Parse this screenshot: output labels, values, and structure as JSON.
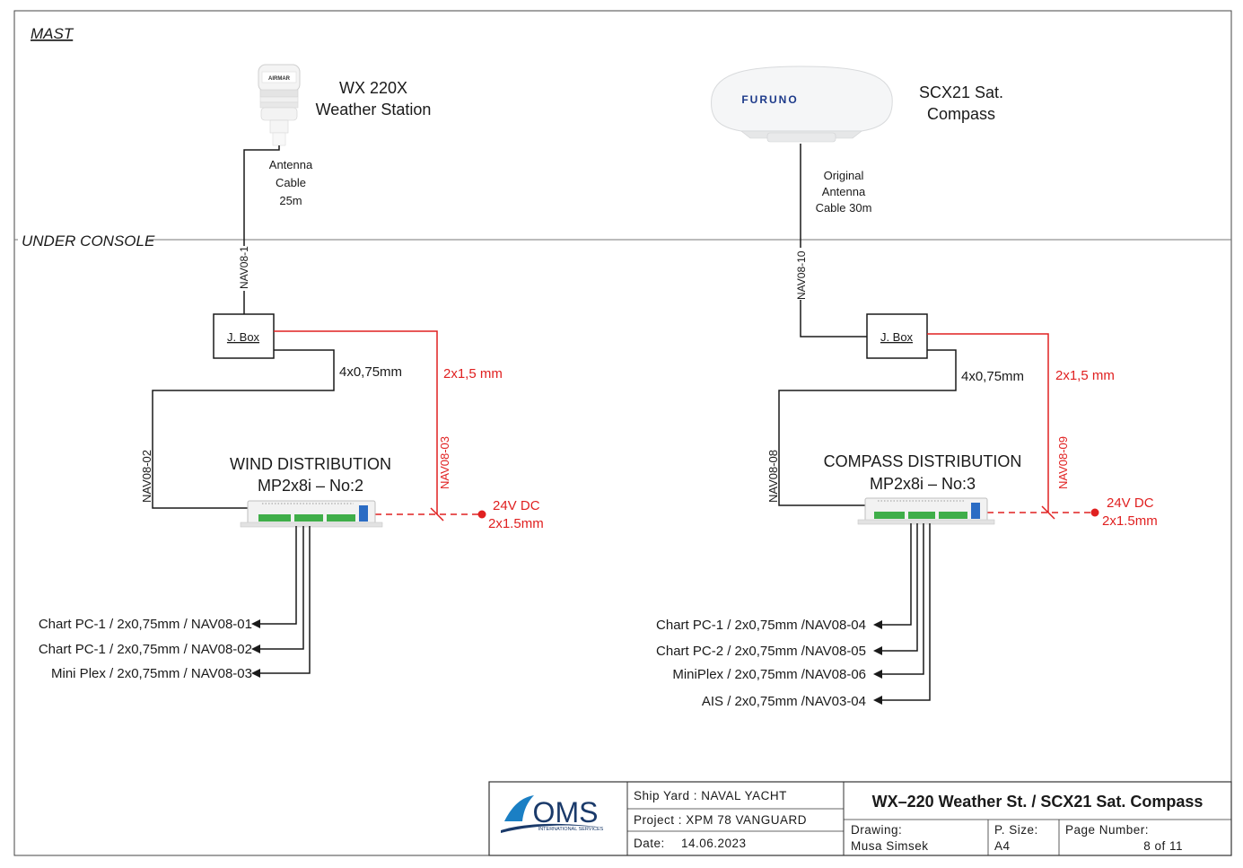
{
  "zones": {
    "mast": "MAST",
    "under_console": "UNDER CONSOLE"
  },
  "weather_station": {
    "title_line1": "WX 220X",
    "title_line2": "Weather Station",
    "logo_text": "AIRMAR",
    "antenna_cable": [
      "Antenna",
      "Cable",
      "25m"
    ],
    "cable_id": "NAV08-1"
  },
  "sat_compass": {
    "title_line1": "SCX21 Sat.",
    "title_line2": "Compass",
    "logo_text": "FURUNO",
    "antenna_cable": [
      "Original",
      "Antenna",
      "Cable 30m"
    ],
    "cable_id": "NAV08-10"
  },
  "left_branch": {
    "jbox": "J. Box",
    "data_cable": "4x0,75mm",
    "power_cable": "2x1,5 mm",
    "data_cable_id": "NAV08-02",
    "power_cable_id": "NAV08-03",
    "dist_title_line1": "WIND DISTRIBUTION",
    "dist_title_line2": "MP2x8i – No:2",
    "power_line1": "24V DC",
    "power_line2": "2x1.5mm",
    "outputs": [
      "Chart PC-1 / 2x0,75mm / NAV08-01",
      "Chart PC-1 / 2x0,75mm / NAV08-02",
      "Mini Plex / 2x0,75mm / NAV08-03"
    ]
  },
  "right_branch": {
    "jbox": "J. Box",
    "data_cable": "4x0,75mm",
    "power_cable": "2x1,5 mm",
    "data_cable_id": "NAV08-08",
    "power_cable_id": "NAV08-09",
    "dist_title_line1": "COMPASS DISTRIBUTION",
    "dist_title_line2": "MP2x8i – No:3",
    "power_line1": "24V DC",
    "power_line2": "2x1.5mm",
    "outputs": [
      "Chart PC-1 / 2x0,75mm /NAV08-04",
      "Chart PC-2 / 2x0,75mm /NAV08-05",
      "MiniPlex / 2x0,75mm /NAV08-06",
      "AIS / 2x0,75mm /NAV03-04"
    ]
  },
  "title_block": {
    "logo_text": "OMS",
    "logo_sub": "INTERNATIONAL SERVICES",
    "ship_yard": "Ship Yard : NAVAL YACHT",
    "project": "Project : XPM 78 VANGUARD",
    "date_label": "Date:",
    "date_value": "14.06.2023",
    "drawing_title": "WX–220 Weather St. / SCX21 Sat. Compass",
    "drawing_label": "Drawing:",
    "drawing_value": "Musa Simsek",
    "paper_label": "P. Size:",
    "paper_value": "A4",
    "page_label": "Page Number:",
    "page_value": "8 of 11"
  },
  "colors": {
    "ink": "#1a1a1a",
    "power": "#e02020",
    "terminal": "#3fae49",
    "device": "#f2f2f2"
  }
}
